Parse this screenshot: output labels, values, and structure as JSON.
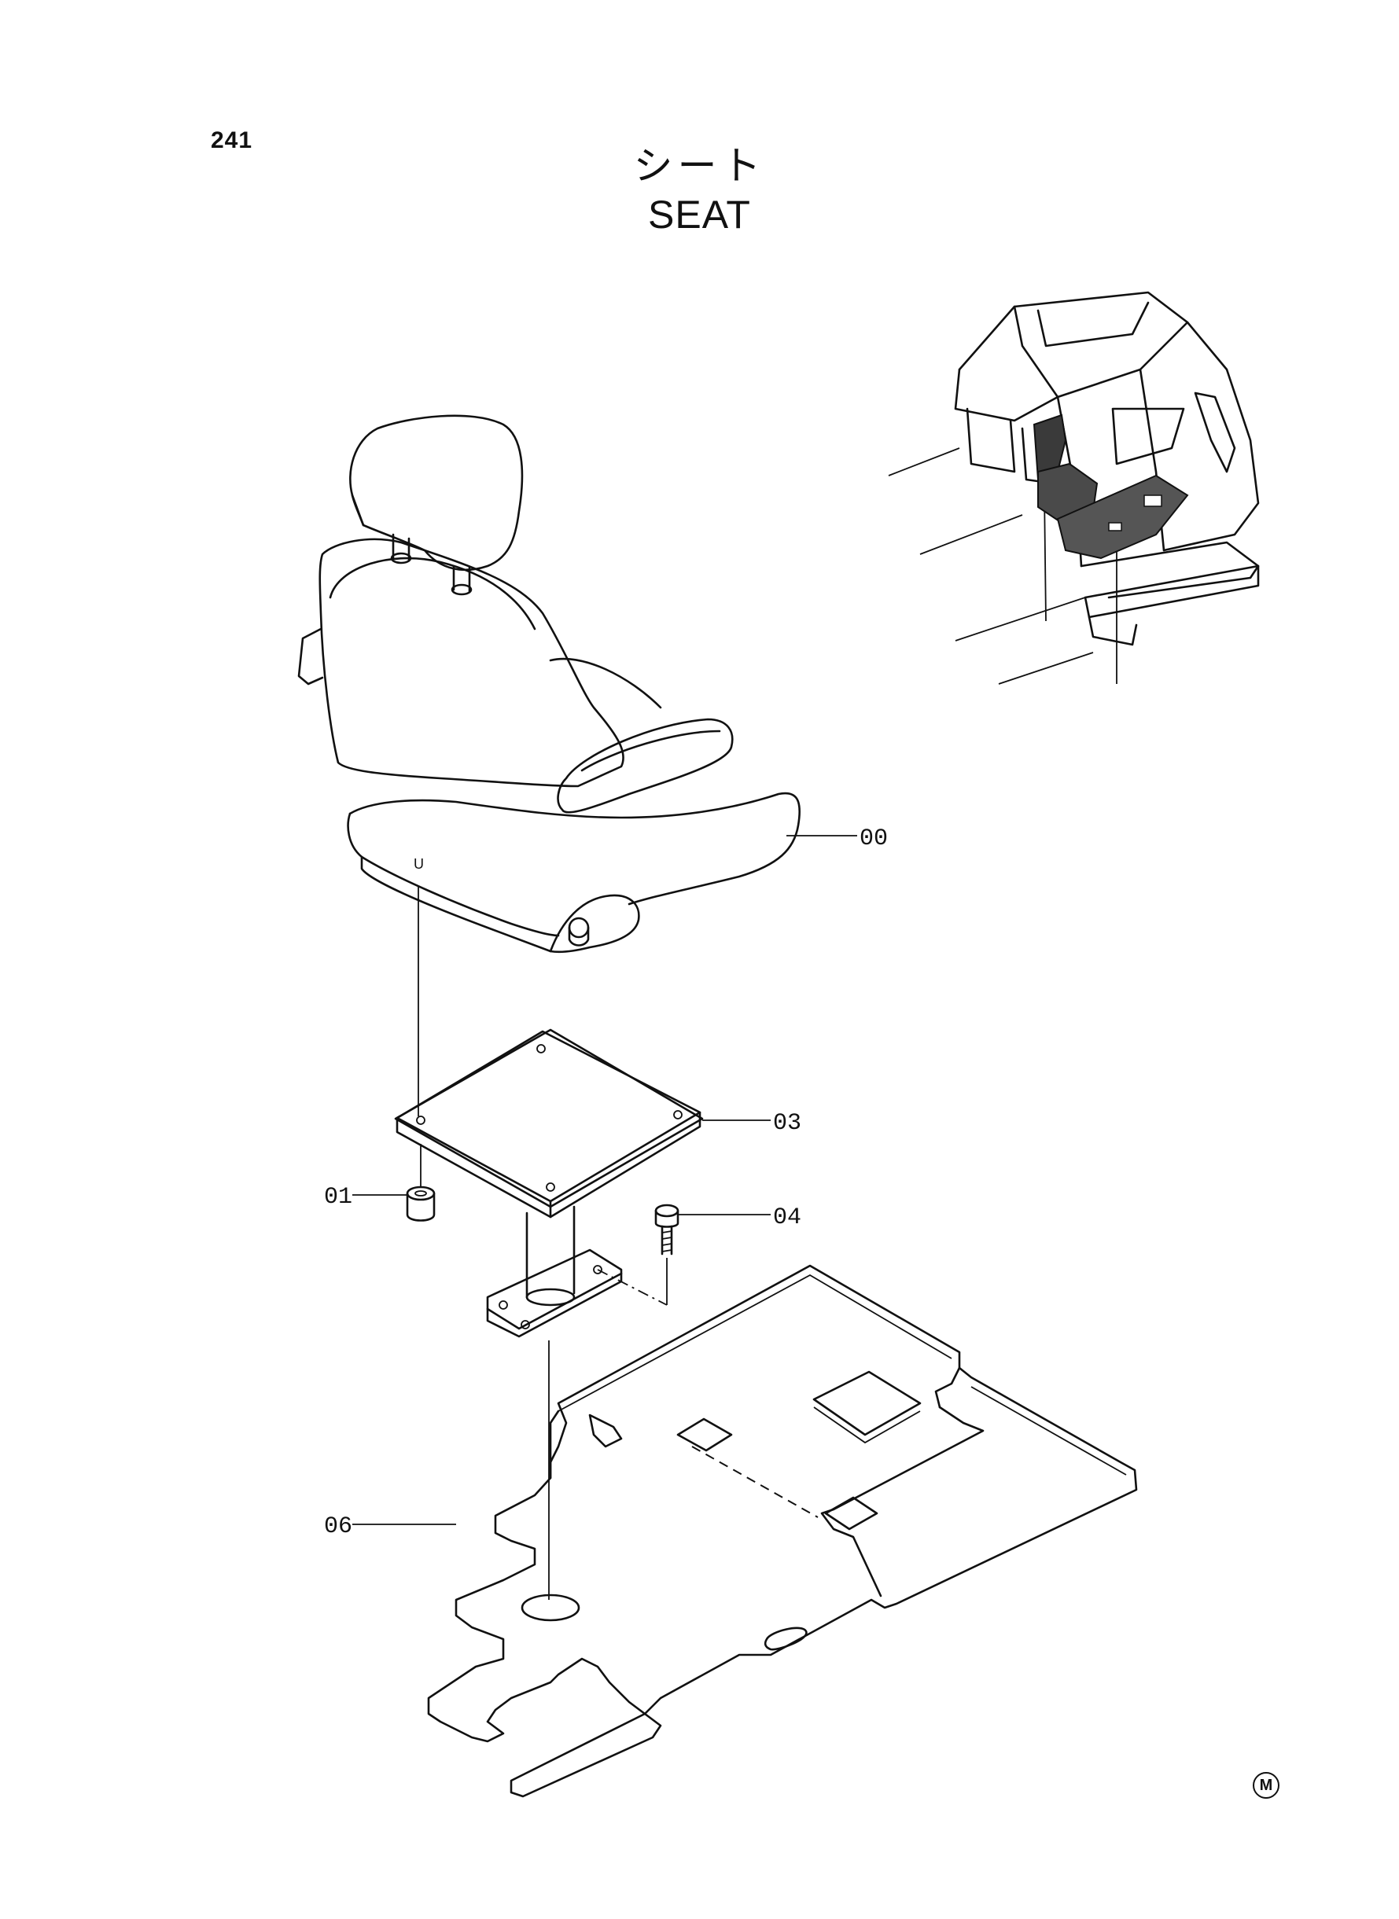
{
  "page": {
    "number": "241"
  },
  "title": {
    "japanese": "シート",
    "english": "SEAT"
  },
  "callouts": [
    {
      "id": "00",
      "label": "00",
      "part": "seat"
    },
    {
      "id": "01",
      "label": "01",
      "part": "nut"
    },
    {
      "id": "03",
      "label": "03",
      "part": "seat-stand"
    },
    {
      "id": "04",
      "label": "04",
      "part": "bolt"
    },
    {
      "id": "06",
      "label": "06",
      "part": "floor-mat"
    }
  ],
  "seat_marking": "U",
  "footer_mark": "M"
}
